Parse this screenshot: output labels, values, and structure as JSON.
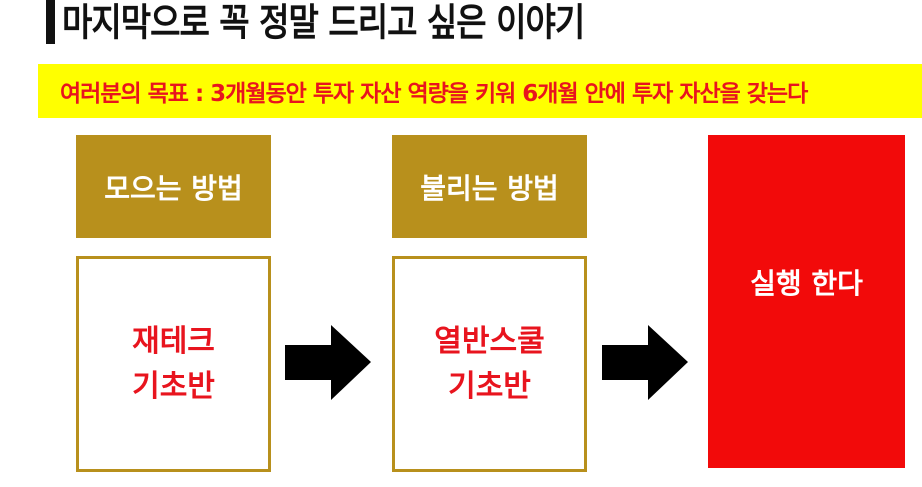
{
  "title": "마지막으로 꼭 정말 드리고 싶은 이야기",
  "banner": "여러분의 목표 : 3개월동안 투자 자산 역량을 키워 6개월 안에 투자 자산을 갖는다",
  "steps": [
    {
      "header": "모으는 방법",
      "lines": [
        "재테크",
        "기초반"
      ]
    },
    {
      "header": "불리는 방법",
      "lines": [
        "열반스쿨",
        "기초반"
      ]
    }
  ],
  "final": "실행 한다",
  "colors": {
    "gold": "#b8901c",
    "red": "#f20a0a",
    "yellow": "#ffff00",
    "text_red": "#e8141e"
  }
}
